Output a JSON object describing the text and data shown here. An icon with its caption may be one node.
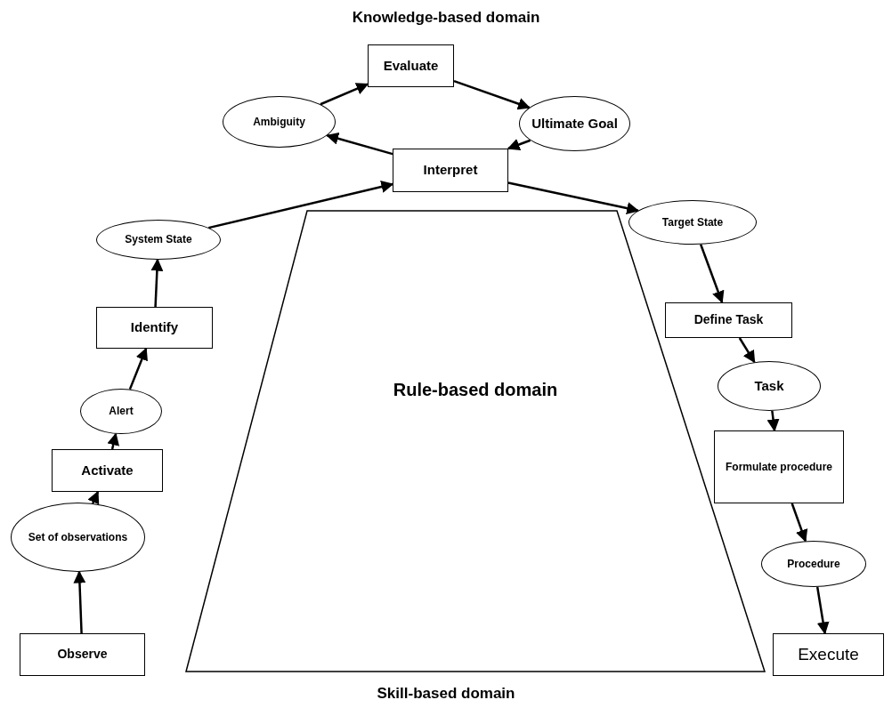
{
  "diagram": {
    "title": "Knowledge-based domain",
    "nodes": [
      {
        "text": [
          "Evaluate"
        ]
      },
      {
        "text": [
          "Ambiguity"
        ]
      },
      {
        "text": [
          "Ultimate Goal"
        ]
      },
      {
        "text": [
          "Interpret"
        ]
      },
      {
        "text": [
          "System State"
        ]
      },
      {
        "text": [
          "Target State"
        ]
      },
      {
        "text": [
          "Rule-based domain"
        ]
      },
      {
        "text": [
          "Identify"
        ]
      },
      {
        "text": [
          "Define Task"
        ]
      },
      {
        "text": [
          "Alert"
        ]
      },
      {
        "text": [
          "Task"
        ]
      },
      {
        "text": [
          "Activate"
        ]
      },
      {
        "text": [
          "Formulate procedure"
        ]
      },
      {
        "text": [
          "Set of observations"
        ]
      },
      {
        "text": [
          "Procedure"
        ]
      },
      {
        "text": [
          "Observe"
        ]
      },
      {
        "text": [
          "Execute"
        ]
      }
    ],
    "edges": [
      {
        "from": 15,
        "to": 13,
        "arrow": "to"
      },
      {
        "from": 13,
        "to": 11,
        "arrow": "to"
      },
      {
        "from": 11,
        "to": 9,
        "arrow": "to"
      },
      {
        "from": 9,
        "to": 7,
        "arrow": "to"
      },
      {
        "from": 7,
        "to": 4,
        "arrow": "to"
      },
      {
        "from": 4,
        "to": 3,
        "arrow": "to"
      },
      {
        "from": 3,
        "to": 1,
        "arrow": "to"
      },
      {
        "from": 1,
        "to": 0,
        "arrow": "to"
      },
      {
        "from": 0,
        "to": 2,
        "arrow": "to"
      },
      {
        "from": 2,
        "to": 3,
        "arrow": "to"
      },
      {
        "from": 3,
        "to": 5,
        "arrow": "to"
      },
      {
        "from": 5,
        "to": 8,
        "arrow": "to"
      },
      {
        "from": 8,
        "to": 10,
        "arrow": "to"
      },
      {
        "from": 10,
        "to": 12,
        "arrow": "to"
      },
      {
        "from": 12,
        "to": 14,
        "arrow": "to"
      },
      {
        "from": 14,
        "to": 16,
        "arrow": "to"
      }
    ],
    "labels": [
      "Skill-based domain"
    ]
  }
}
